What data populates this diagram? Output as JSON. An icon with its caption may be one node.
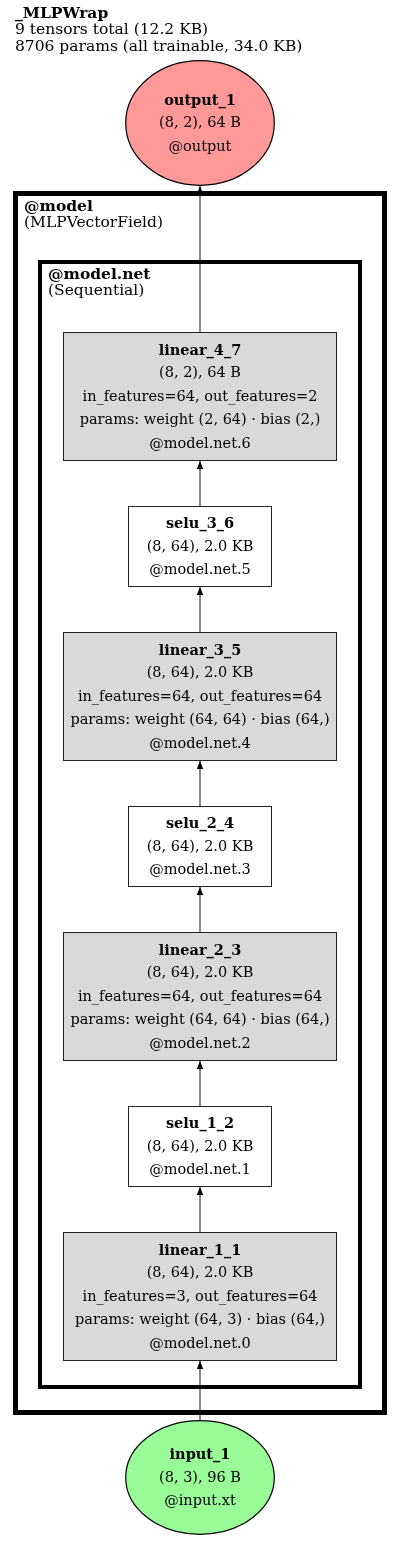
{
  "diagram": {
    "title": "_MLPWrap",
    "nodes": [
      {
        "text": [
          "output_1",
          "(8, 2), 64 B",
          "@output"
        ]
      },
      {
        "text": [
          "@model",
          "(MLPVectorField)"
        ]
      },
      {
        "text": [
          "@model.net",
          "(Sequential)"
        ],
        "in": 1
      },
      {
        "text": [
          "linear_4_7",
          "(8, 2), 64 B",
          "in_features=64, out_features=2",
          "params: weight (2, 64) · bias (2,)",
          "@model.net.6"
        ],
        "in": 2
      },
      {
        "text": [
          "selu_3_6",
          "(8, 64), 2.0 KB",
          "@model.net.5"
        ],
        "in": 2
      },
      {
        "text": [
          "linear_3_5",
          "(8, 64), 2.0 KB",
          "in_features=64, out_features=64",
          "params: weight (64, 64) · bias (64,)",
          "@model.net.4"
        ],
        "in": 2
      },
      {
        "text": [
          "selu_2_4",
          "(8, 64), 2.0 KB",
          "@model.net.3"
        ],
        "in": 2
      },
      {
        "text": [
          "linear_2_3",
          "(8, 64), 2.0 KB",
          "in_features=64, out_features=64",
          "params: weight (64, 64) · bias (64,)",
          "@model.net.2"
        ],
        "in": 2
      },
      {
        "text": [
          "selu_1_2",
          "(8, 64), 2.0 KB",
          "@model.net.1"
        ],
        "in": 2
      },
      {
        "text": [
          "linear_1_1",
          "(8, 64), 2.0 KB",
          "in_features=3, out_features=64",
          "params: weight (64, 3) · bias (64,)",
          "@model.net.0"
        ],
        "in": 2
      },
      {
        "text": [
          "input_1",
          "(8, 3), 96 B",
          "@input.xt"
        ]
      }
    ],
    "edges": [
      {
        "from": 10,
        "to": 9,
        "arrow": "to"
      },
      {
        "from": 9,
        "to": 8,
        "arrow": "to"
      },
      {
        "from": 8,
        "to": 7,
        "arrow": "to"
      },
      {
        "from": 7,
        "to": 6,
        "arrow": "to"
      },
      {
        "from": 6,
        "to": 5,
        "arrow": "to"
      },
      {
        "from": 5,
        "to": 4,
        "arrow": "to"
      },
      {
        "from": 4,
        "to": 3,
        "arrow": "to"
      },
      {
        "from": 3,
        "to": 0,
        "arrow": "to"
      }
    ],
    "labels": [
      "9 tensors total (12.2 KB)",
      "8706 params (all trainable, 34.0 KB)"
    ]
  }
}
